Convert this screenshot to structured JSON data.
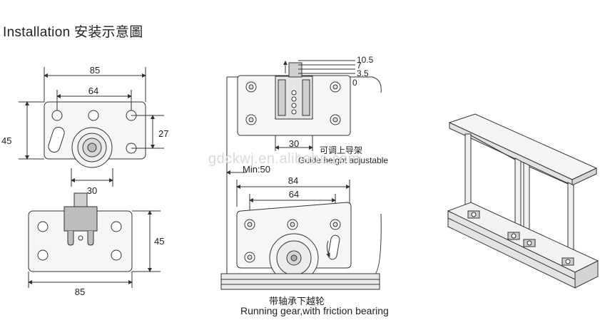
{
  "title": "Installation 安装示意圖",
  "watermark": "gdckwj.en.alibaba.com",
  "top_plate": {
    "width_label": "85",
    "hole_spacing_label": "64",
    "height_label": "45",
    "vertical_spacing_label": "27"
  },
  "bottom_plate": {
    "gap_label": "30",
    "height_label": "45",
    "width_label": "85"
  },
  "middle_view": {
    "height_levels": [
      "10.5",
      "7",
      "3.5",
      "0"
    ],
    "slot_width_label": "30",
    "guide_cn": "可调上导架",
    "guide_en": "Guide height adjustable",
    "min_label": "Min:50",
    "plate_width_label": "84",
    "hole_spacing_label": "64",
    "caption_cn": "带轴承下越轮",
    "caption_en": "Running gear,with friction bearing"
  },
  "colors": {
    "plate_fill": "#f6f6f6",
    "line": "#333333",
    "hole": "#ffffff",
    "rail_fill": "#e9e9e9"
  }
}
